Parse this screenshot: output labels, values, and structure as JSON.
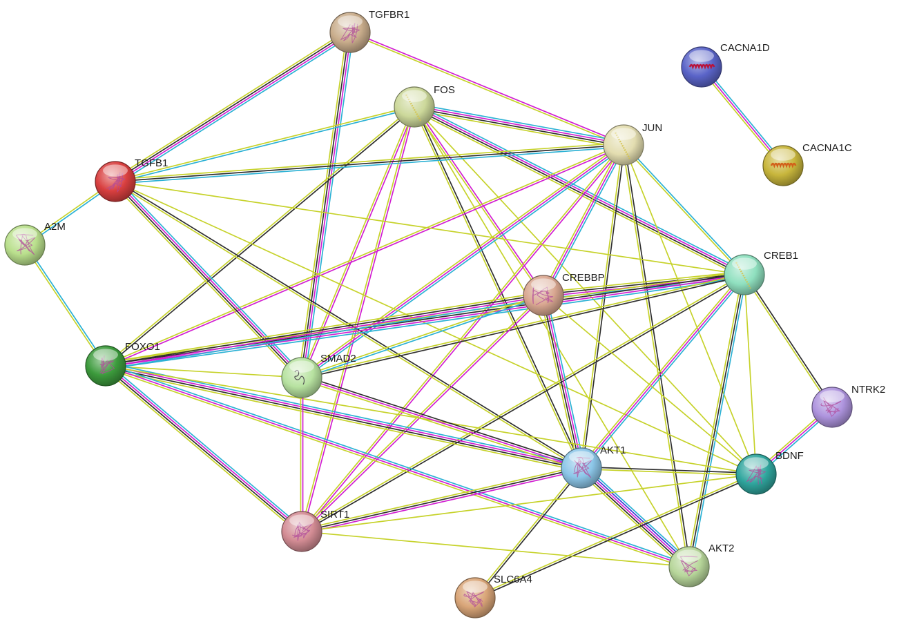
{
  "colors": {
    "textmining": "#c6d22a",
    "coexpression": "#2f2f2f",
    "experiments": "#d11fd1",
    "databases": "#2bb1d4",
    "homology": "#3a3ad6"
  },
  "nodes": [
    {
      "id": "TGFBR1",
      "label": "TGFBR1",
      "color": "#c9ad8c",
      "glyph": "fold"
    },
    {
      "id": "FOS",
      "label": "FOS",
      "color": "#ccd89a",
      "glyph": "helix"
    },
    {
      "id": "JUN",
      "label": "JUN",
      "color": "#e3ddb0",
      "glyph": "helix"
    },
    {
      "id": "TGFB1",
      "label": "TGFB1",
      "color": "#d93f3f",
      "glyph": "fold"
    },
    {
      "id": "A2M",
      "label": "A2M",
      "color": "#b9df8c",
      "glyph": "fold"
    },
    {
      "id": "CACNA1D",
      "label": "CACNA1D",
      "color": "#5a64c8",
      "glyph": "helix-red"
    },
    {
      "id": "CACNA1C",
      "label": "CACNA1C",
      "color": "#c8b63c",
      "glyph": "helix-orange"
    },
    {
      "id": "CREB1",
      "label": "CREB1",
      "color": "#8fe0bf",
      "glyph": "helix"
    },
    {
      "id": "CREBBP",
      "label": "CREBBP",
      "color": "#d9a791",
      "glyph": "fold"
    },
    {
      "id": "FOXO1",
      "label": "FOXO1",
      "color": "#3c9a3c",
      "glyph": "fold"
    },
    {
      "id": "SMAD2",
      "label": "SMAD2",
      "color": "#b7e2a0",
      "glyph": "coil"
    },
    {
      "id": "NTRK2",
      "label": "NTRK2",
      "color": "#ae94de",
      "glyph": "fold"
    },
    {
      "id": "AKT1",
      "label": "AKT1",
      "color": "#8cc6e8",
      "glyph": "fold"
    },
    {
      "id": "BDNF",
      "label": "BDNF",
      "color": "#2fa59d",
      "glyph": "fold"
    },
    {
      "id": "SIRT1",
      "label": "SIRT1",
      "color": "#d38c94",
      "glyph": "fold"
    },
    {
      "id": "AKT2",
      "label": "AKT2",
      "color": "#b7d69a",
      "glyph": "fold"
    },
    {
      "id": "SLC6A4",
      "label": "SLC6A4",
      "color": "#d9a578",
      "glyph": "fold"
    }
  ],
  "edges": [
    {
      "source": "TGFBR1",
      "target": "TGFB1",
      "evidence": [
        "databases",
        "experiments",
        "coexpression",
        "textmining"
      ]
    },
    {
      "source": "TGFBR1",
      "target": "SMAD2",
      "evidence": [
        "databases",
        "experiments",
        "coexpression",
        "textmining"
      ]
    },
    {
      "source": "TGFBR1",
      "target": "JUN",
      "evidence": [
        "experiments",
        "textmining"
      ]
    },
    {
      "source": "FOS",
      "target": "JUN",
      "evidence": [
        "databases",
        "experiments",
        "coexpression",
        "textmining"
      ]
    },
    {
      "source": "FOS",
      "target": "TGFB1",
      "evidence": [
        "databases",
        "textmining"
      ]
    },
    {
      "source": "FOS",
      "target": "CREB1",
      "evidence": [
        "databases",
        "experiments",
        "coexpression",
        "textmining"
      ]
    },
    {
      "source": "FOS",
      "target": "CREBBP",
      "evidence": [
        "experiments",
        "textmining"
      ]
    },
    {
      "source": "FOS",
      "target": "FOXO1",
      "evidence": [
        "coexpression",
        "textmining"
      ]
    },
    {
      "source": "FOS",
      "target": "SMAD2",
      "evidence": [
        "experiments",
        "textmining"
      ]
    },
    {
      "source": "FOS",
      "target": "AKT1",
      "evidence": [
        "coexpression",
        "textmining"
      ]
    },
    {
      "source": "FOS",
      "target": "SIRT1",
      "evidence": [
        "experiments",
        "textmining"
      ]
    },
    {
      "source": "FOS",
      "target": "BDNF",
      "evidence": [
        "textmining"
      ]
    },
    {
      "source": "FOS",
      "target": "AKT2",
      "evidence": [
        "textmining"
      ]
    },
    {
      "source": "JUN",
      "target": "TGFB1",
      "evidence": [
        "databases",
        "coexpression",
        "textmining"
      ]
    },
    {
      "source": "JUN",
      "target": "CREB1",
      "evidence": [
        "databases",
        "textmining"
      ]
    },
    {
      "source": "JUN",
      "target": "CREBBP",
      "evidence": [
        "databases",
        "experiments",
        "textmining"
      ]
    },
    {
      "source": "JUN",
      "target": "FOXO1",
      "evidence": [
        "experiments",
        "textmining"
      ]
    },
    {
      "source": "JUN",
      "target": "SMAD2",
      "evidence": [
        "databases",
        "experiments",
        "textmining"
      ]
    },
    {
      "source": "JUN",
      "target": "AKT1",
      "evidence": [
        "coexpression",
        "textmining"
      ]
    },
    {
      "source": "JUN",
      "target": "AKT2",
      "evidence": [
        "coexpression",
        "textmining"
      ]
    },
    {
      "source": "JUN",
      "target": "SIRT1",
      "evidence": [
        "experiments",
        "textmining"
      ]
    },
    {
      "source": "JUN",
      "target": "BDNF",
      "evidence": [
        "textmining"
      ]
    },
    {
      "source": "TGFB1",
      "target": "A2M",
      "evidence": [
        "databases",
        "textmining"
      ]
    },
    {
      "source": "TGFB1",
      "target": "SMAD2",
      "evidence": [
        "databases",
        "experiments",
        "coexpression",
        "textmining"
      ]
    },
    {
      "source": "TGFB1",
      "target": "CREB1",
      "evidence": [
        "textmining"
      ]
    },
    {
      "source": "TGFB1",
      "target": "AKT1",
      "evidence": [
        "coexpression",
        "textmining"
      ]
    },
    {
      "source": "TGFB1",
      "target": "BDNF",
      "evidence": [
        "textmining"
      ]
    },
    {
      "source": "A2M",
      "target": "FOXO1",
      "evidence": [
        "databases",
        "textmining"
      ]
    },
    {
      "source": "CACNA1D",
      "target": "CACNA1C",
      "evidence": [
        "databases",
        "experiments",
        "textmining"
      ]
    },
    {
      "source": "CREB1",
      "target": "CREBBP",
      "evidence": [
        "databases",
        "experiments",
        "coexpression",
        "textmining"
      ]
    },
    {
      "source": "CREB1",
      "target": "FOXO1",
      "evidence": [
        "databases",
        "experiments",
        "coexpression",
        "textmining"
      ]
    },
    {
      "source": "CREB1",
      "target": "SMAD2",
      "evidence": [
        "coexpression",
        "textmining"
      ]
    },
    {
      "source": "CREB1",
      "target": "AKT1",
      "evidence": [
        "databases",
        "experiments",
        "textmining"
      ]
    },
    {
      "source": "CREB1",
      "target": "AKT2",
      "evidence": [
        "databases",
        "coexpression",
        "textmining"
      ]
    },
    {
      "source": "CREB1",
      "target": "NTRK2",
      "evidence": [
        "coexpression",
        "textmining"
      ]
    },
    {
      "source": "CREB1",
      "target": "BDNF",
      "evidence": [
        "textmining"
      ]
    },
    {
      "source": "CREB1",
      "target": "SIRT1",
      "evidence": [
        "coexpression",
        "textmining"
      ]
    },
    {
      "source": "CREBBP",
      "target": "FOXO1",
      "evidence": [
        "databases",
        "experiments",
        "coexpression",
        "textmining"
      ]
    },
    {
      "source": "CREBBP",
      "target": "AKT1",
      "evidence": [
        "databases",
        "experiments",
        "coexpression",
        "textmining"
      ]
    },
    {
      "source": "CREBBP",
      "target": "SIRT1",
      "evidence": [
        "experiments",
        "textmining"
      ]
    },
    {
      "source": "CREBBP",
      "target": "BDNF",
      "evidence": [
        "textmining"
      ]
    },
    {
      "source": "CREBBP",
      "target": "SMAD2",
      "evidence": [
        "databases",
        "textmining"
      ]
    },
    {
      "source": "FOXO1",
      "target": "SMAD2",
      "evidence": [
        "textmining"
      ]
    },
    {
      "source": "FOXO1",
      "target": "AKT1",
      "evidence": [
        "databases",
        "experiments",
        "coexpression",
        "textmining"
      ]
    },
    {
      "source": "FOXO1",
      "target": "AKT2",
      "evidence": [
        "databases",
        "experiments",
        "textmining"
      ]
    },
    {
      "source": "FOXO1",
      "target": "SIRT1",
      "evidence": [
        "databases",
        "experiments",
        "coexpression",
        "textmining"
      ]
    },
    {
      "source": "FOXO1",
      "target": "BDNF",
      "evidence": [
        "textmining"
      ]
    },
    {
      "source": "SMAD2",
      "target": "AKT1",
      "evidence": [
        "coexpression",
        "experiments",
        "textmining"
      ]
    },
    {
      "source": "SMAD2",
      "target": "SIRT1",
      "evidence": [
        "experiments",
        "textmining"
      ]
    },
    {
      "source": "NTRK2",
      "target": "BDNF",
      "evidence": [
        "databases",
        "experiments",
        "textmining"
      ]
    },
    {
      "source": "AKT1",
      "target": "BDNF",
      "evidence": [
        "coexpression",
        "textmining"
      ]
    },
    {
      "source": "AKT1",
      "target": "AKT2",
      "evidence": [
        "databases",
        "homology",
        "experiments",
        "coexpression",
        "textmining"
      ]
    },
    {
      "source": "AKT1",
      "target": "SIRT1",
      "evidence": [
        "experiments",
        "coexpression",
        "textmining"
      ]
    },
    {
      "source": "AKT1",
      "target": "SLC6A4",
      "evidence": [
        "coexpression",
        "textmining"
      ]
    },
    {
      "source": "BDNF",
      "target": "SIRT1",
      "evidence": [
        "textmining"
      ]
    },
    {
      "source": "BDNF",
      "target": "SLC6A4",
      "evidence": [
        "coexpression",
        "textmining"
      ]
    },
    {
      "source": "SIRT1",
      "target": "AKT2",
      "evidence": [
        "textmining"
      ]
    }
  ]
}
